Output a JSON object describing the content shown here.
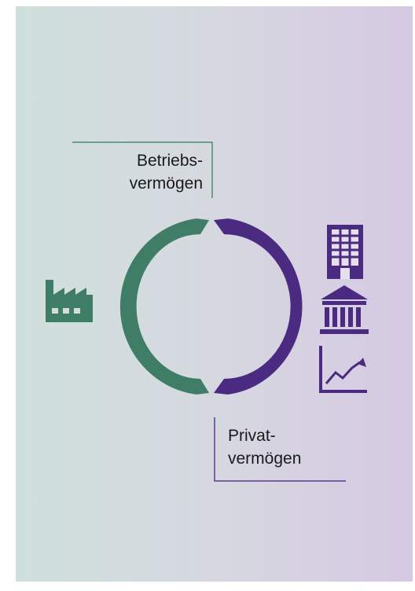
{
  "colors": {
    "green": "#3f7d66",
    "purple": "#4b2a82",
    "line_green": "#4d8a74",
    "line_purple": "#5a3a8c"
  },
  "labels": {
    "betriebsvermoegen": [
      "Betriebs-",
      "vermögen"
    ],
    "privatvermoegen": [
      "Privat-",
      "vermögen"
    ]
  },
  "icons": {
    "left": [
      "factory-icon"
    ],
    "right": [
      "office-building-icon",
      "bank-icon",
      "stock-chart-icon"
    ]
  }
}
